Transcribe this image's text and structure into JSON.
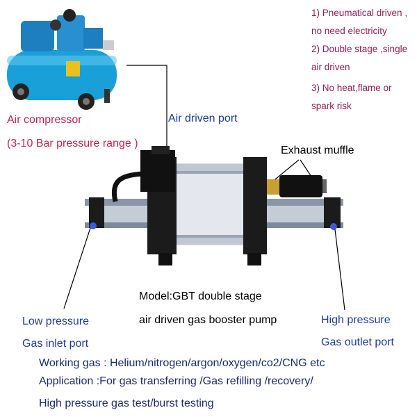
{
  "features": {
    "line1": "1) Pneumatical driven ,",
    "line2": "no need electricity",
    "line3": "2) Double stage ,single",
    "line4": "air driven",
    "line5": "3) No heat,flame or",
    "line6": "spark risk"
  },
  "compressor": {
    "title": "Air compressor",
    "range": "(3-10 Bar pressure range )"
  },
  "ports": {
    "air_driven": "Air driven port",
    "exhaust": "Exhaust muffle",
    "low_line1": "Low pressure",
    "low_line2": "Gas inlet port",
    "high_line1": "High pressure",
    "high_line2": "Gas outlet port"
  },
  "model": {
    "line1": "Model:GBT  double stage",
    "line2": "air driven gas booster pump"
  },
  "info": {
    "working_gas": "Working gas : Helium/nitrogen/argon/oxygen/co2/CNG etc",
    "application": "Application :For gas transferring /Gas refilling /recovery/",
    "testing": "High pressure gas test/burst testing"
  },
  "colors": {
    "compressor_tank": "#1aa0d8",
    "booster_body": "#dfe4ea",
    "label_red": "#d41c4c",
    "label_blue": "#1c3aa8",
    "features_text": "#9c1c52"
  }
}
